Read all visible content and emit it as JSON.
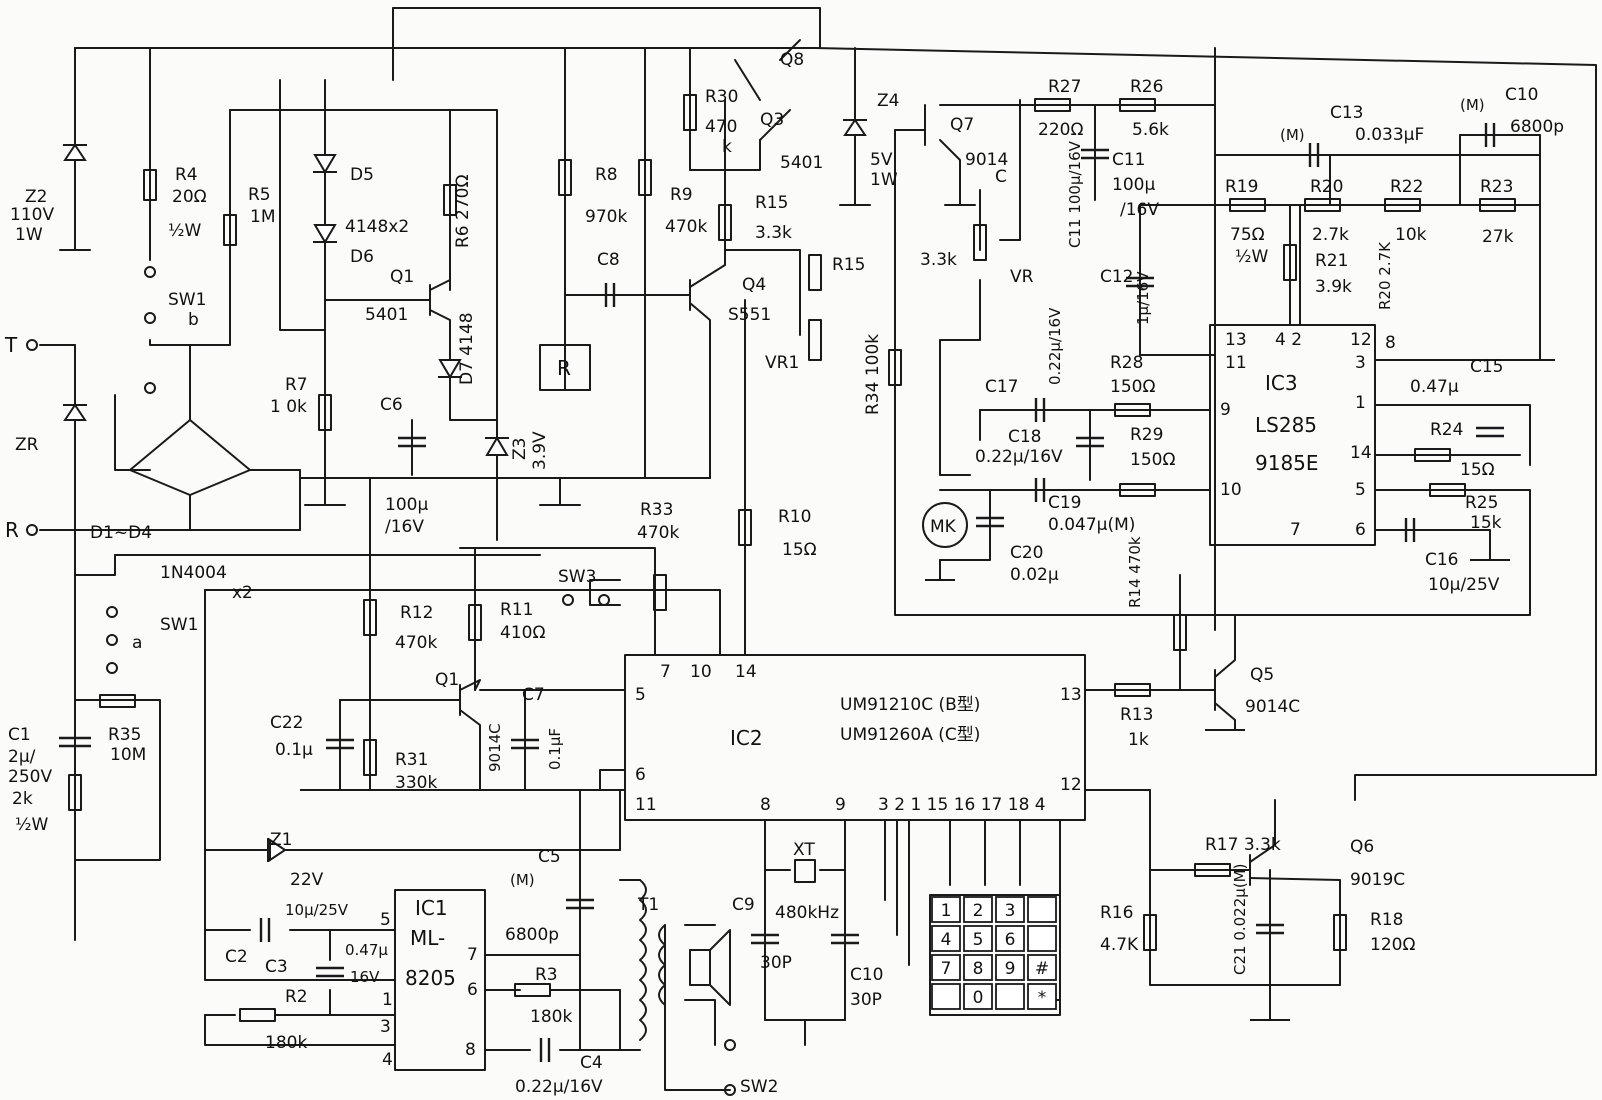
{
  "terminals": {
    "t": "T",
    "r": "R"
  },
  "ic2": {
    "name": "IC2",
    "line1": "UM91210C (B型)",
    "line2": "UM91260A (C型)",
    "pins": {
      "p7": "7",
      "p10": "10",
      "p14": "14",
      "p5": "5",
      "p6": "6",
      "p11": "11",
      "p8": "8",
      "p9": "9",
      "p13": "13",
      "p12": "12",
      "row": "3 2 1 15 16 17 18 4"
    }
  },
  "ic3": {
    "name": "IC3",
    "l1": "LS285",
    "l2": "9185E",
    "pins": {
      "p13": "13",
      "p42": "4 2",
      "p12": "12",
      "p11": "11",
      "p8": "8",
      "p3": "3",
      "p1": "1",
      "p9": "9",
      "p14": "14",
      "p10": "10",
      "p5": "5",
      "p7": "7",
      "p6": "6"
    }
  },
  "ic1": {
    "name": "IC1",
    "l1": "ML-",
    "l2": "8205",
    "pins": {
      "p5": "5",
      "p7": "7",
      "p6": "6",
      "p1": "1",
      "p3": "3",
      "p4": "4",
      "p8": "8"
    }
  },
  "labels": {
    "z2": "Z2",
    "z2v": "110V",
    "z2w": "1W",
    "r4": "R4",
    "r4v": "20Ω",
    "r4w": "½W",
    "r5": "R5",
    "r5v": "1M",
    "d5": "D5",
    "d5v": "4148x2",
    "d6": "D6",
    "r6": "R6 270Ω",
    "q1a": "Q1",
    "q1av": "5401",
    "d7": "D7 4148",
    "sw1b": "SW1",
    "sw1bb": "b",
    "r7": "R7",
    "r7v": "1 0k",
    "c6": "C6",
    "c6v1": "100µ",
    "c6v2": "/16V",
    "z3": "Z3",
    "z3v": "3.9V",
    "zr": "ZR",
    "d1d4": "D1~D4",
    "d1d4v": "1N4004",
    "d1d4x": "x2",
    "sw1a": "SW1",
    "sw1aa": "a",
    "c1": "C1",
    "c1v1": "2µ/",
    "c1v2": "250V",
    "c1v3": "2k",
    "c1v4": "½W",
    "r35": "R35",
    "r35v": "10M",
    "r8": "R8",
    "r8v": "970k",
    "r9": "R9",
    "r9v": "470k",
    "c8": "C8",
    "relay": "R",
    "r30": "R30",
    "r30v": "470",
    "r30k": "k",
    "q3": "Q3",
    "q8": "Q8",
    "q3v": "5401",
    "r15a": "R15",
    "r15av": "3.3k",
    "q4": "Q4",
    "q4v": "S551",
    "r15b": "R15",
    "vr1": "VR1",
    "z4": "Z4",
    "z4v": "5V",
    "z4w": "1W",
    "q7": "Q7",
    "q7v": "9014",
    "q7c": "C",
    "r27": "R27",
    "r27v": "220Ω",
    "r26": "R26",
    "r26v": "5.6k",
    "c11": "C11",
    "c11v": "100µ",
    "c11v2": "/16V",
    "c11r": "C11 100µ/16V",
    "c13": "C13",
    "c13m": "(M)",
    "c13v": "0.033µF",
    "c10": "C10",
    "c10m": "(M)",
    "c10v": "6800p",
    "r19": "R19",
    "r19v": "75Ω",
    "r19w": "½W",
    "r20": "R20",
    "r20v": "2.7k",
    "r21": "R21",
    "r21v": "3.9k",
    "r20b": "R20 2.7K",
    "r22": "R22",
    "r22v": "10k",
    "r23": "R23",
    "r23v": "27k",
    "vr3": "3.3k",
    "vr": "VR",
    "r34": "R34 100k",
    "c12": "C12",
    "c12v": "1µ/16V",
    "c17": "C17",
    "c17v": "0.22µ/16V",
    "r28": "R28",
    "r28v": "150Ω",
    "c18": "C18",
    "c18v": "0.22µ/16V",
    "r29": "R29",
    "r29v": "150Ω",
    "mk": "MK",
    "c19": "C19",
    "c19v": "0.047µ(M)",
    "c20": "C20",
    "c20v": "0.02µ",
    "c15": "C15",
    "c15v": "0.47µ",
    "r24": "R24",
    "r24v": "15Ω",
    "r25": "R25",
    "r25v": "15k",
    "c16": "C16",
    "c16v": "10µ/25V",
    "r14": "R14 470k",
    "r33": "R33",
    "r33v": "470k",
    "r10": "R10",
    "r10v": "15Ω",
    "sw3": "SW3",
    "r12": "R12",
    "r12v": "470k",
    "r11": "R11",
    "r11v": "410Ω",
    "q1b": "Q1",
    "q1bv": "9014C",
    "c7": "C7",
    "c7v": "0.1µF",
    "c22": "C22",
    "c22v": "0.1µ",
    "r31": "R31",
    "r31v": "330k",
    "r13": "R13",
    "r13v": "1k",
    "q5": "Q5",
    "q5v": "9014C",
    "z1": "Z1",
    "z1v": "22V",
    "c2": "C2",
    "c2v": "10µ/25V",
    "c3": "C3",
    "c3v": "0.47µ",
    "c3v2": "16V",
    "r2": "R2",
    "r2v": "180k",
    "c5": "C5",
    "c5m": "(M)",
    "c5v": "6800p",
    "r3": "R3",
    "r3v": "180k",
    "c4": "C4",
    "c4v": "0.22µ/16V",
    "t1": "T1",
    "sw2": "SW2",
    "xt": "XT",
    "xtv": "480kHz",
    "c9": "C9",
    "c9v": "30P",
    "c10b": "C10",
    "c10bv": "30P",
    "r17": "R17 3.3k",
    "q6": "Q6",
    "q6v": "9019C",
    "r16": "R16",
    "r16v": "4.7K",
    "c21": "C21 0.022µ(M)",
    "r18": "R18",
    "r18v": "120Ω"
  },
  "keypad": [
    "1",
    "2",
    "3",
    "",
    "4",
    "5",
    "6",
    "",
    "7",
    "8",
    "9",
    "#",
    "",
    "0",
    "",
    "*"
  ]
}
